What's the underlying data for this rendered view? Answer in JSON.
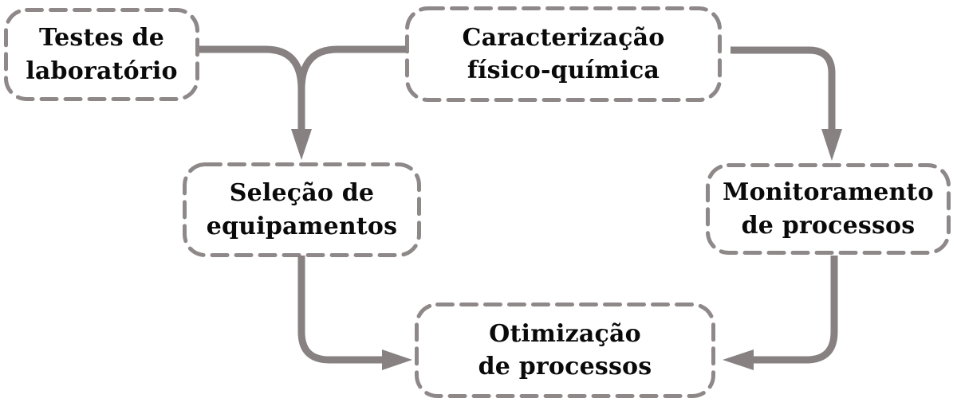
{
  "diagram": {
    "colors": {
      "line": "#878182",
      "border": "#8e8889",
      "text": "#0a0a0a",
      "background": "#ffffff"
    },
    "nodes": [
      {
        "id": "testes-laboratorio",
        "label": "Testes de laboratório",
        "line1": "Testes de",
        "line2": "laboratório"
      },
      {
        "id": "caracterizacao-fisico-quimica",
        "label": "Caracterização físico-química",
        "line1": "Caracterização",
        "line2": "físico-química"
      },
      {
        "id": "selecao-equipamentos",
        "label": "Seleção de equipamentos",
        "line1": "Seleção de",
        "line2": "equipamentos"
      },
      {
        "id": "monitoramento-processos",
        "label": "Monitoramento de processos",
        "line1": "Monitoramento",
        "line2": "de processos"
      },
      {
        "id": "otimizacao-processos",
        "label": "Otimização de processos",
        "line1": "Otimização",
        "line2": "de processos"
      }
    ],
    "edges": [
      {
        "from": "testes-laboratorio",
        "to": "selecao-equipamentos"
      },
      {
        "from": "caracterizacao-fisico-quimica",
        "to": "selecao-equipamentos"
      },
      {
        "from": "caracterizacao-fisico-quimica",
        "to": "monitoramento-processos"
      },
      {
        "from": "selecao-equipamentos",
        "to": "otimizacao-processos"
      },
      {
        "from": "monitoramento-processos",
        "to": "otimizacao-processos"
      }
    ]
  }
}
